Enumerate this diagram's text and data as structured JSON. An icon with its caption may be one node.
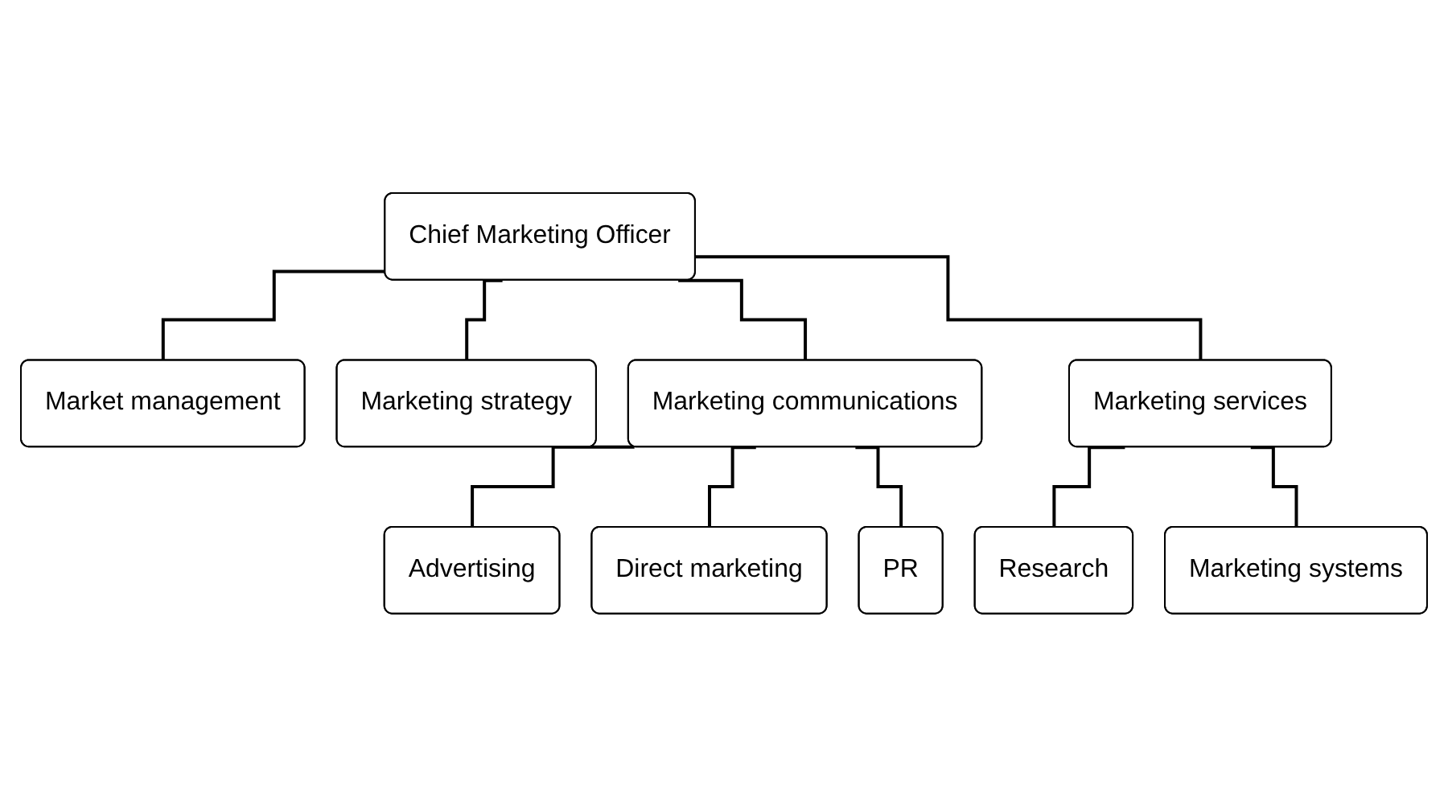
{
  "diagram": {
    "nodes": [
      {
        "text": [
          "Chief Marketing Officer"
        ]
      },
      {
        "text": [
          "Market management"
        ]
      },
      {
        "text": [
          "Marketing strategy"
        ]
      },
      {
        "text": [
          "Marketing communications"
        ]
      },
      {
        "text": [
          "Marketing services"
        ]
      },
      {
        "text": [
          "Advertising"
        ]
      },
      {
        "text": [
          "Direct marketing"
        ]
      },
      {
        "text": [
          "PR"
        ]
      },
      {
        "text": [
          "Research"
        ]
      },
      {
        "text": [
          "Marketing systems"
        ]
      }
    ],
    "edges": [
      {
        "from": 0,
        "to": 1,
        "arrow": "none"
      },
      {
        "from": 0,
        "to": 2,
        "arrow": "none"
      },
      {
        "from": 0,
        "to": 3,
        "arrow": "none"
      },
      {
        "from": 0,
        "to": 4,
        "arrow": "none"
      },
      {
        "from": 3,
        "to": 5,
        "arrow": "none"
      },
      {
        "from": 3,
        "to": 6,
        "arrow": "none"
      },
      {
        "from": 3,
        "to": 7,
        "arrow": "none"
      },
      {
        "from": 4,
        "to": 8,
        "arrow": "none"
      },
      {
        "from": 4,
        "to": 9,
        "arrow": "none"
      }
    ]
  }
}
